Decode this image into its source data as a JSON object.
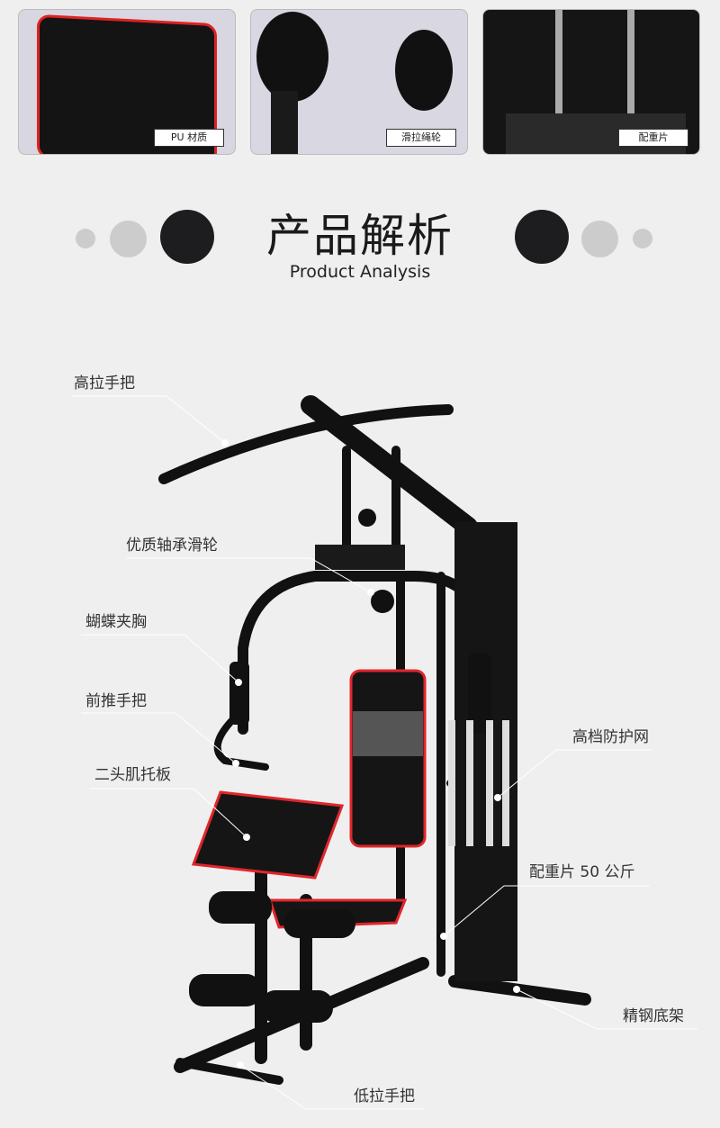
{
  "thumbnails": [
    {
      "label": "PU 材质"
    },
    {
      "label": "滑拉绳轮"
    },
    {
      "label": "配重片"
    }
  ],
  "section": {
    "title": "产品解析",
    "subtitle": "Product Analysis"
  },
  "callouts": {
    "high_pull": "高拉手把",
    "pulley": "优质轴承滑轮",
    "butterfly": "蝴蝶夹胸",
    "push": "前推手把",
    "biceps": "二头肌托板",
    "guard": "高档防护网",
    "weights": "配重片 50 公斤",
    "base": "精钢底架",
    "low_pull": "低拉手把"
  },
  "colors": {
    "accent": "#e0262b",
    "frame": "#111111",
    "background": "#efefef"
  }
}
